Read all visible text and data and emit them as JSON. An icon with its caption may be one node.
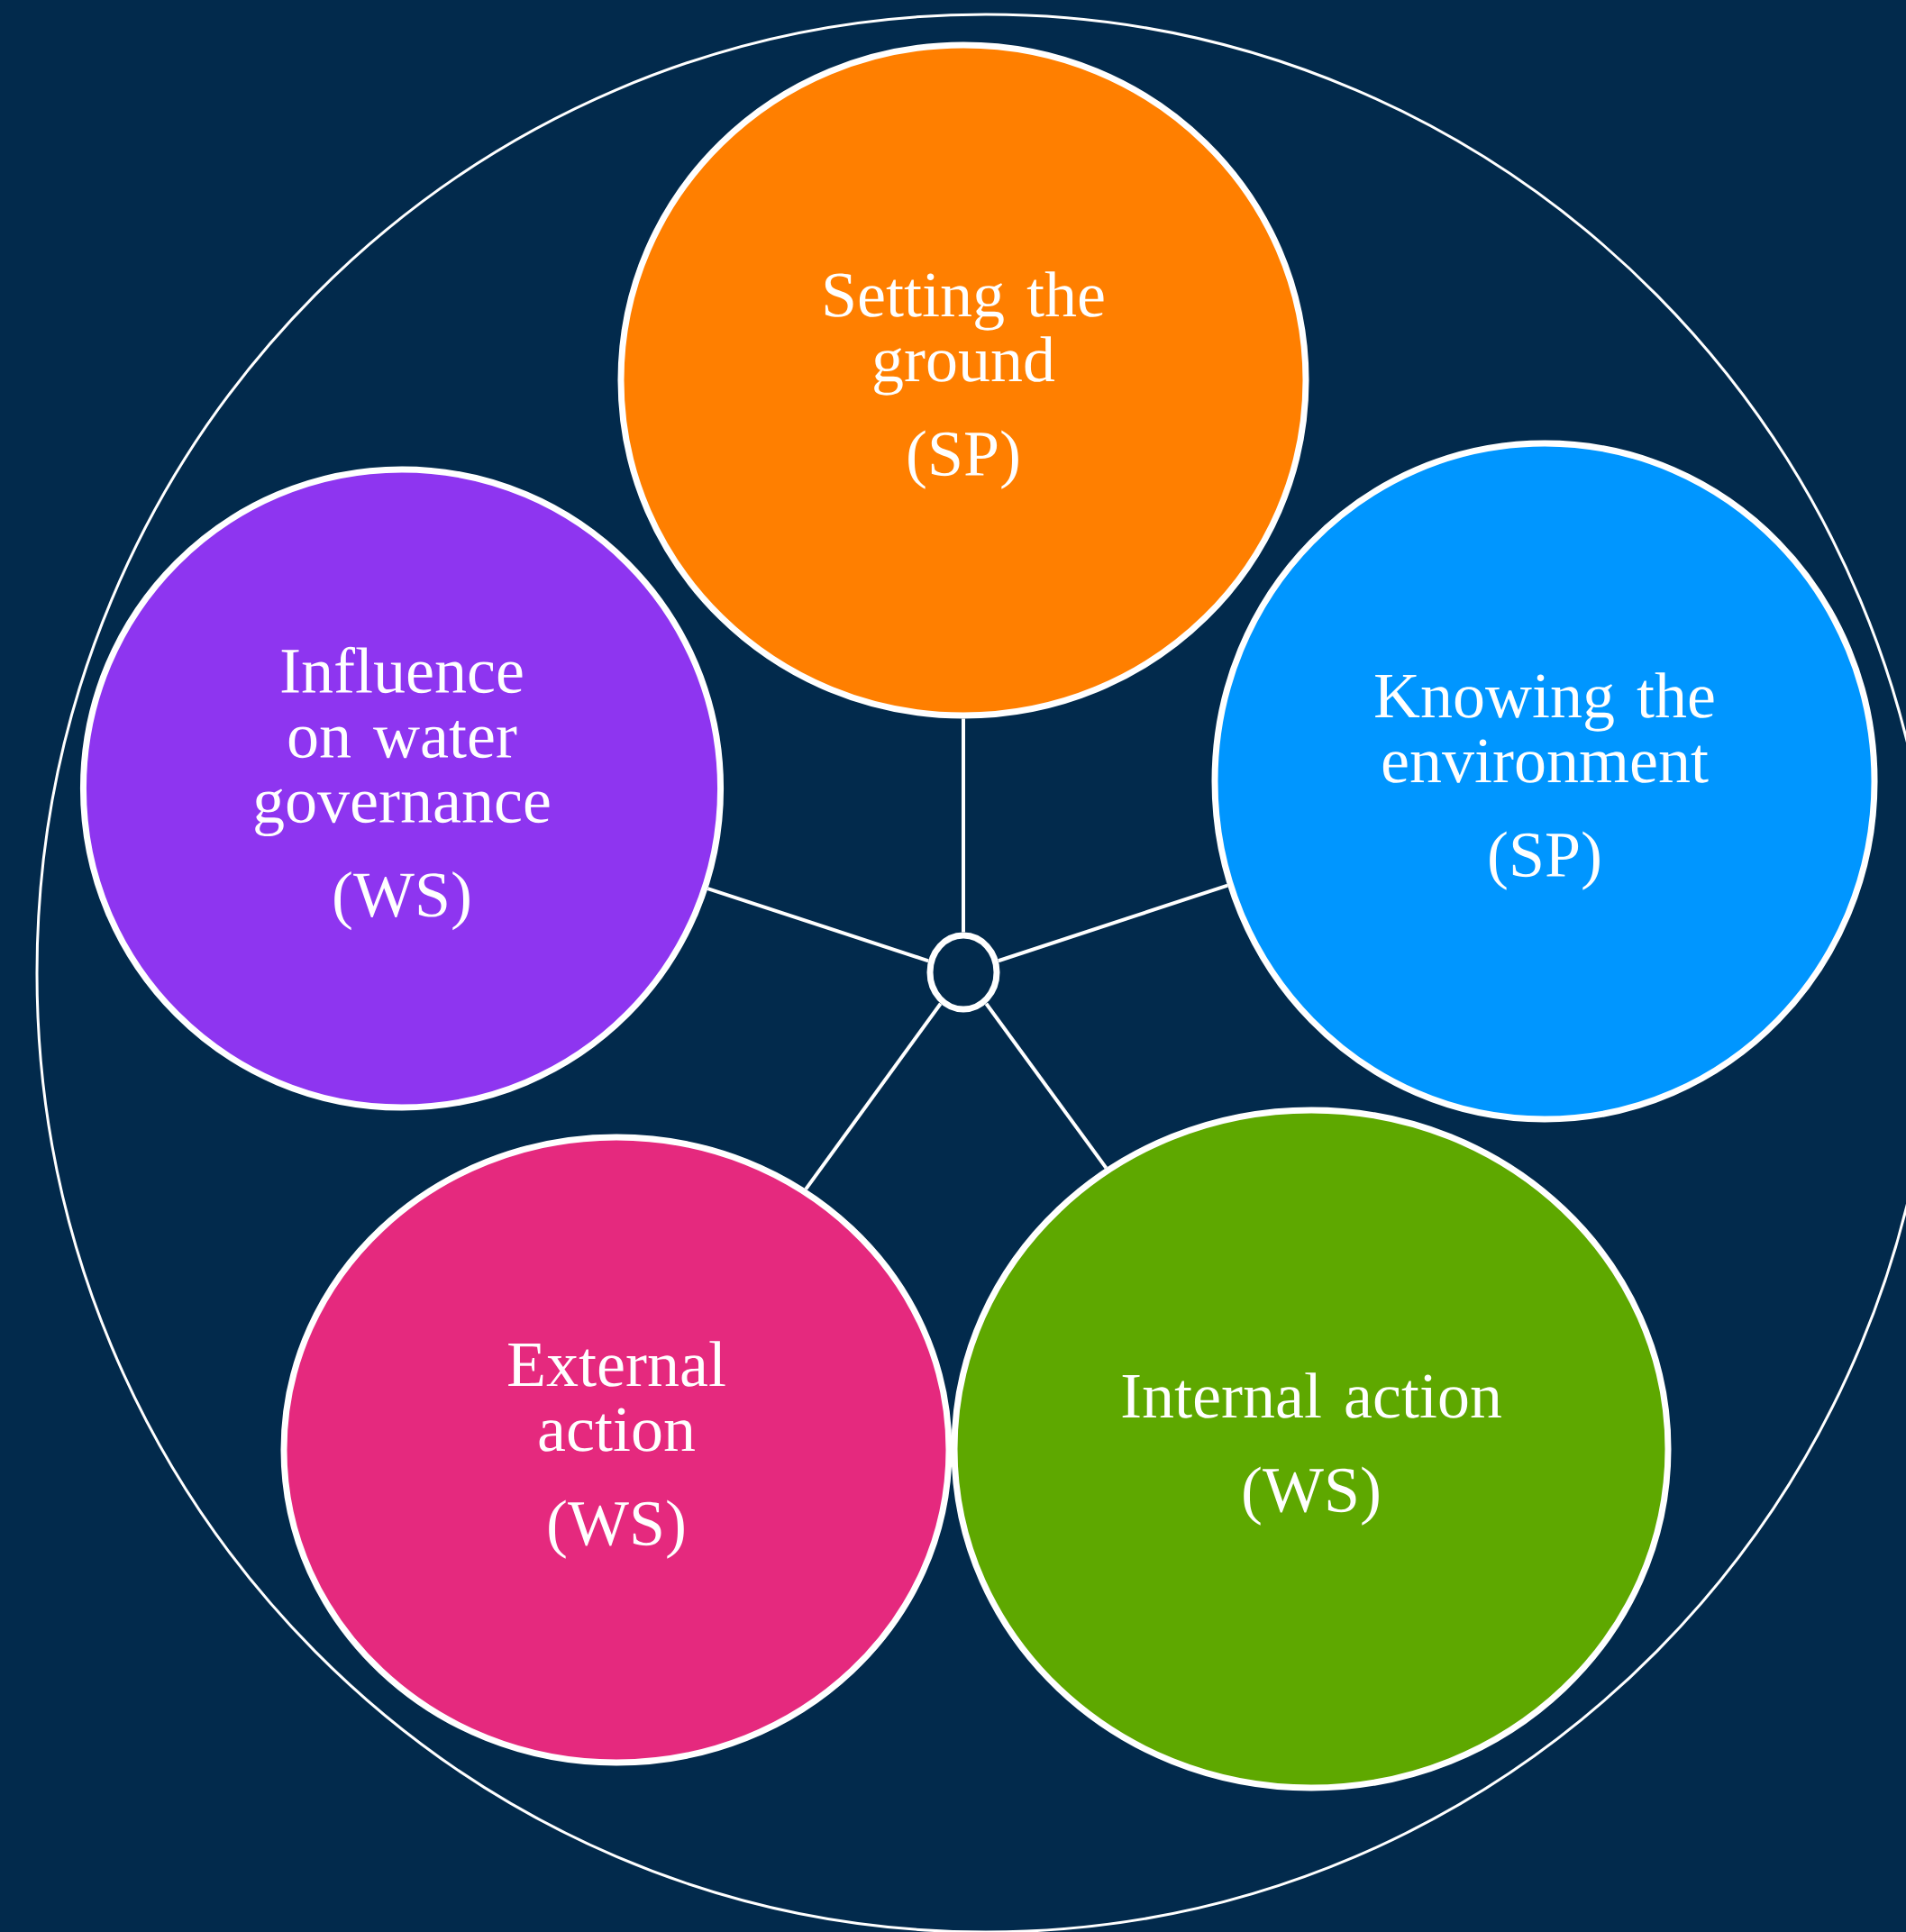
{
  "diagram": {
    "nodes": [
      {
        "text": [
          "Setting the ground",
          "(SP)"
        ]
      },
      {
        "text": [
          "Influence on water governance",
          "(WS)"
        ]
      },
      {
        "text": [
          "Knowing the environment",
          "(SP)"
        ]
      },
      {
        "text": [
          "External action",
          "(WS)"
        ]
      },
      {
        "text": [
          "Internal action",
          "(WS)"
        ]
      },
      {
        "text": [],
        "shape": "circle"
      }
    ],
    "edges": [
      {
        "from": 5,
        "to": 0,
        "arrow": "none"
      },
      {
        "from": 5,
        "to": 1,
        "arrow": "none"
      },
      {
        "from": 5,
        "to": 2,
        "arrow": "none"
      },
      {
        "from": 5,
        "to": 3,
        "arrow": "none"
      },
      {
        "from": 5,
        "to": 4,
        "arrow": "none"
      }
    ]
  }
}
